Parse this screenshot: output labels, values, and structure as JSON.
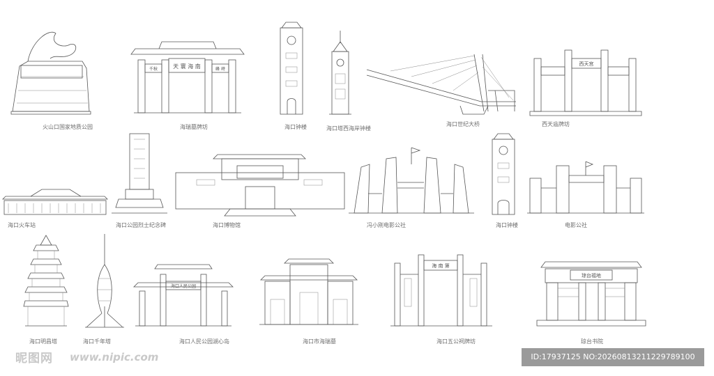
{
  "captions": [
    "火山口国家地质公园",
    "海瑞墓牌坊",
    "海口钟楼",
    "海口塔西海岸钟楼",
    "海口世纪大桥",
    "西天庙牌坊",
    "海口火车站",
    "海口公园烈士纪念碑",
    "海口博物馆",
    "冯小刚电影公社",
    "海口钟楼",
    "电影公社",
    "海口明昌塔",
    "海口千年塔",
    "海口人民公园湖心岛",
    "海口市海瑞墓",
    "海口五公祠牌坊",
    "琼台书院"
  ],
  "signs": {
    "hairui_left": "千秋",
    "hairui_center": "天 寰 海 南",
    "hairui_right": "峰 峙",
    "xitian": "西天宫",
    "wugong": "海 南 第",
    "qiongtai": "琼台福地",
    "park": "海口人民公园"
  },
  "watermark": {
    "logo": "昵图网",
    "site": "www.nipic.com",
    "id_line": "ID:17937125 NO:20260813211229789100"
  }
}
